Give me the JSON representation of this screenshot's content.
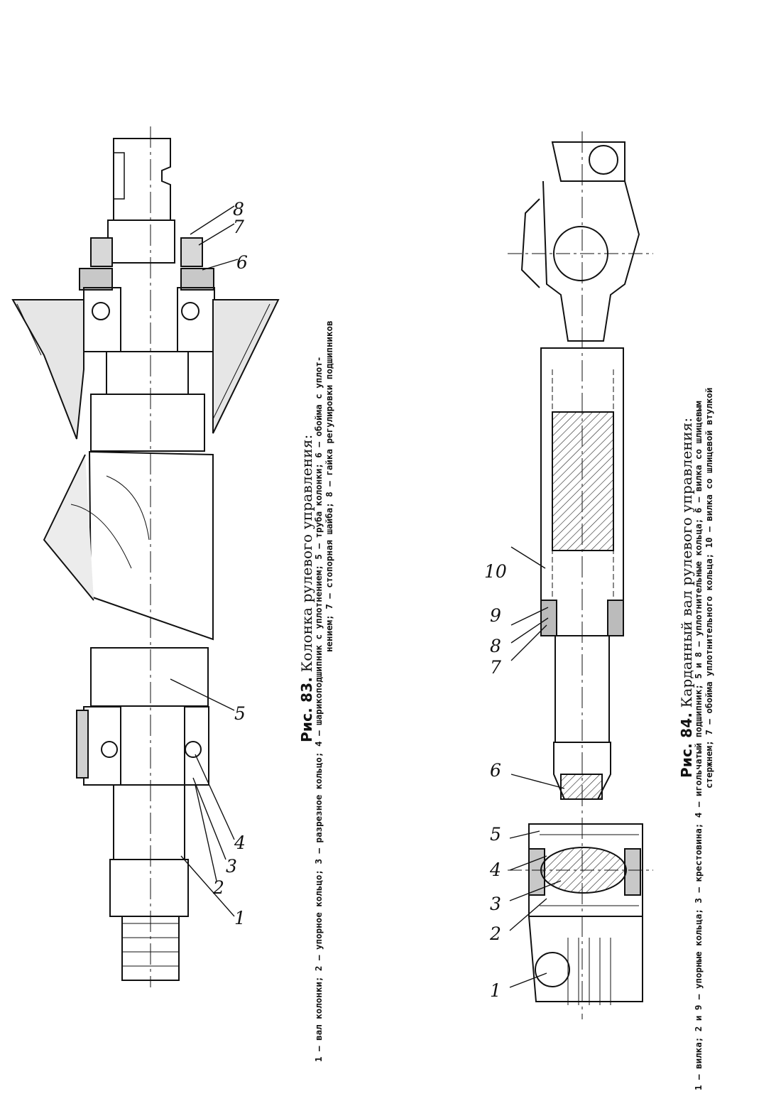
{
  "figure83": {
    "caption_prefix": "Рис. 83.",
    "caption_title": "Колонка рулевого управления:",
    "legend_line1": "1 — вал колонки; 2 — упорное кольцо; 3 — разрезное кольцо; 4 — шарикоподшипник с уплотнением; 5 — труба колонки; 6 — обойма с уплот-",
    "legend_line2": "нением; 7 — стопорная шайба; 8 — гайка регулировки подшипников",
    "callouts": [
      "1",
      "2",
      "3",
      "4",
      "5",
      "6",
      "7",
      "8"
    ]
  },
  "figure84": {
    "caption_prefix": "Рис. 84.",
    "caption_title": "Карданный вал рулевого управления:",
    "legend_line1": "1 — вилка; 2 и 9 — упорные кольца; 3 — крестовина; 4 — игольчатый подшипник; 5 и 8 — уплотнительные кольца; 6 — вилка со шлицевым",
    "legend_line2": "стержнем; 7 — обойма уплотнительного кольца; 10 — вилка со шлицевой втулкой",
    "callouts": [
      "1",
      "2",
      "3",
      "4",
      "5",
      "6",
      "7",
      "8",
      "9",
      "10"
    ]
  }
}
